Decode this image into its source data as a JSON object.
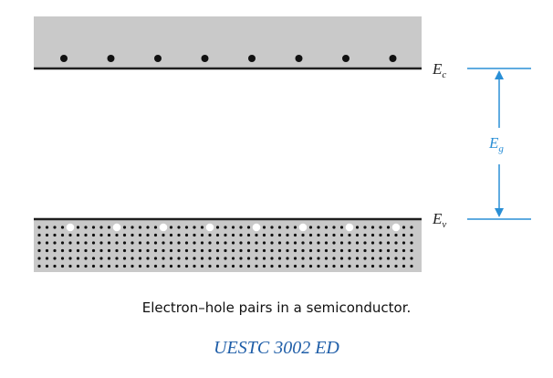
{
  "diagram": {
    "conduction_band": {
      "label_main": "E",
      "label_sub": "c",
      "electron_count": 8
    },
    "valence_band": {
      "label_main": "E",
      "label_sub": "v",
      "dot_rows": 6,
      "dot_columns": 49,
      "hole_columns": [
        4,
        10,
        16,
        22,
        28,
        34,
        40,
        46
      ]
    },
    "band_gap": {
      "label_main": "E",
      "label_sub": "g"
    }
  },
  "caption": "Electron–hole pairs in a semiconductor.",
  "footer": "UESTC 3002 ED",
  "colors": {
    "band_fill": "#c9c9c9",
    "band_edge": "#1e1e1e",
    "particle": "#111111",
    "hole": "#ffffff",
    "accent_blue": "#2a8fd6",
    "footer_text": "#1f5ea8"
  }
}
